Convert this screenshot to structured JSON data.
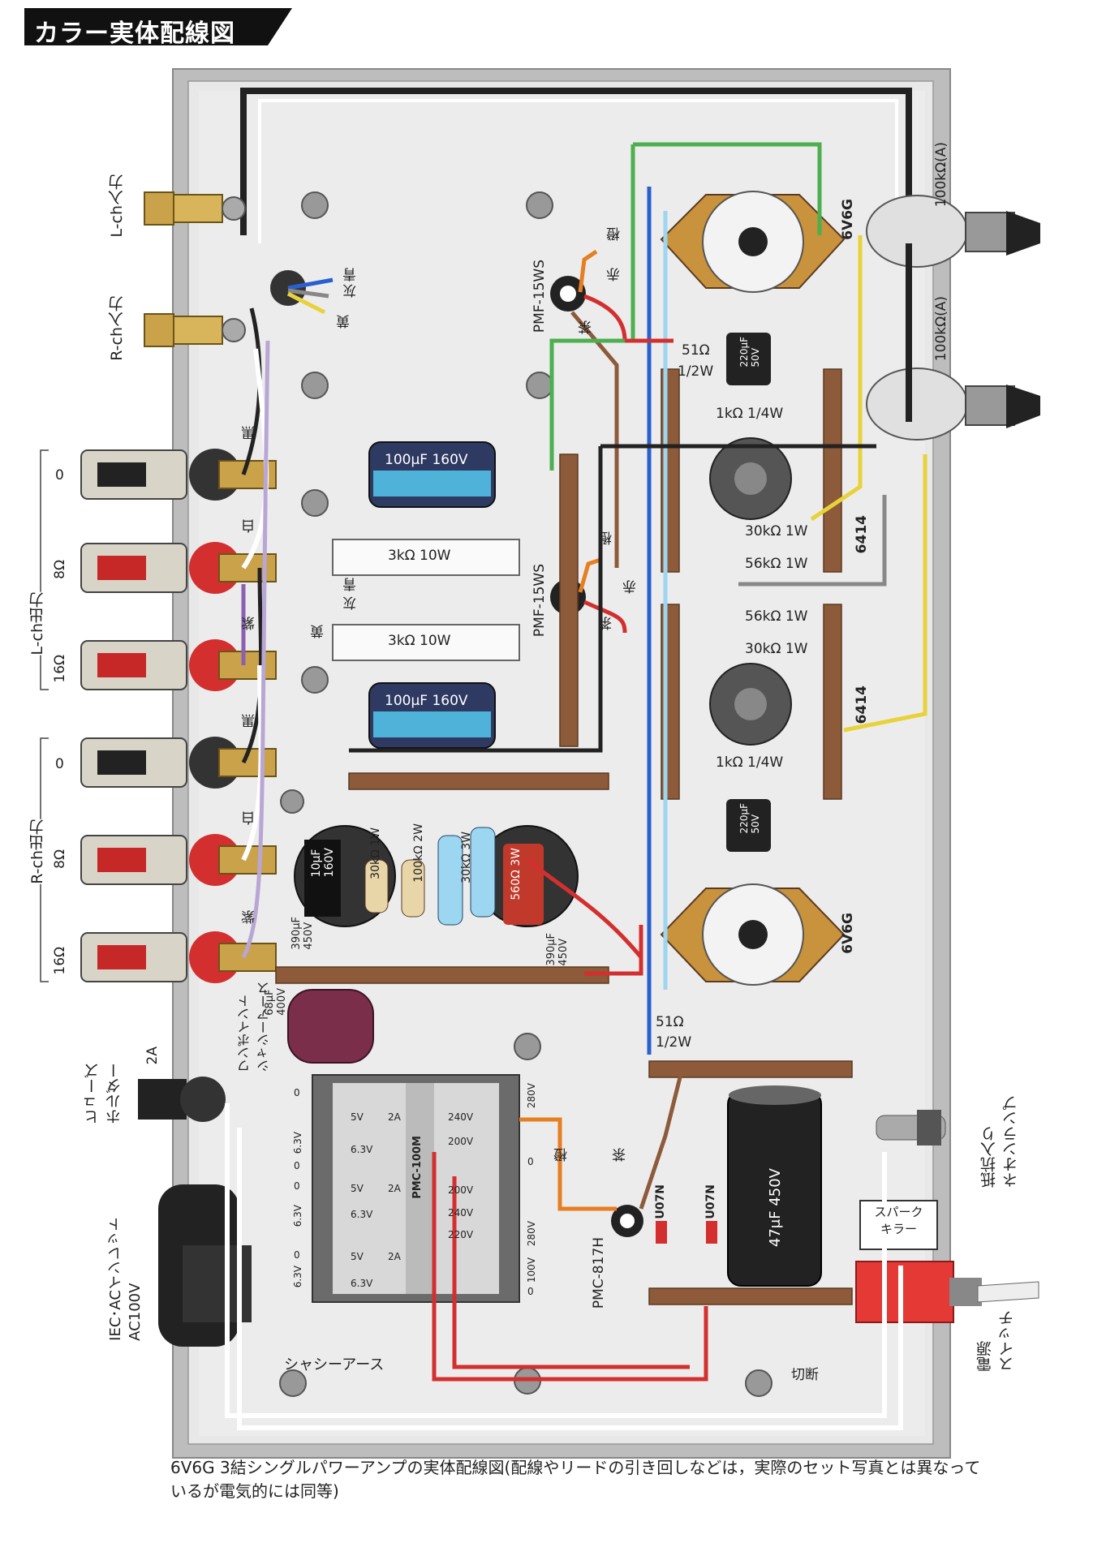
{
  "header": {
    "title": "カラー実体配線図"
  },
  "caption": "6V6G 3結シングルパワーアンプの実体配線図(配線やリードの引き回しなどは，実際のセット写真とは異なっているが電気的には同等)",
  "left_side": {
    "lch_input": "L-ch入力",
    "rch_input": "R-ch入力",
    "lch_output": "L-ch出力",
    "rch_output": "R-ch出力",
    "tap_0": "0",
    "tap_8": "8Ω",
    "tap_16": "16Ω",
    "fuse_holder": "ヒューズ\nホルダー",
    "fuse_rating": "2A",
    "inlet": "IEC･ACインレット\nAC100V",
    "oneshot_earth": "ワンポイント\nシャシーアース",
    "chassis_earth": "シャシーアース"
  },
  "right_side": {
    "pot_a": "100kΩ(A)",
    "pot_b": "100kΩ(A)",
    "neon": "抵抗入り\nネオンランプ",
    "power_switch": "電源\nスイッチ",
    "spark_killer": "スパーク\nキラー",
    "cut": "切断"
  },
  "wire_colors": {
    "blue": "青",
    "gray": "灰",
    "yellow": "黄",
    "purple": "紫",
    "black": "黒",
    "white": "白",
    "orange": "橙",
    "red": "赤",
    "brown": "茶"
  },
  "parts": {
    "tube_top": "6V6G",
    "tube_bottom": "6V6G",
    "driver_top": "6414",
    "driver_bottom": "6414",
    "opt_top": "PMF-15WS",
    "opt_bottom": "PMF-15WS",
    "choke": "PMC-817H",
    "power_tr": "PMC-100M",
    "r_51_top": "51Ω",
    "r_51_top_w": "1/2W",
    "r_51_bottom": "51Ω",
    "r_51_bottom_w": "1/2W",
    "cap_220_top": "220μF\n50V",
    "cap_220_bottom": "220μF\n50V",
    "r_1k_top": "1kΩ 1/4W",
    "r_1k_bottom": "1kΩ 1/4W",
    "r_30k_top": "30kΩ 1W",
    "r_56k_top": "56kΩ 1W",
    "r_56k_bottom": "56kΩ 1W",
    "r_30k_bottom": "30kΩ 1W",
    "cap_100_top": "100μF 160V",
    "cap_100_bottom": "100μF 160V",
    "r_3k_top": "3kΩ 10W",
    "r_3k_bottom": "3kΩ 10W",
    "cap_10": "10μF\n160V",
    "r_30k_1w": "30kΩ 1W",
    "r_100k_2w": "100kΩ 2W",
    "r_30k_3w": "30kΩ 3W",
    "r_560": "560Ω 3W",
    "cap_390_left": "390μF\n450V",
    "cap_390_right": "390μF\n450V",
    "cap_68": "68μF\n400V",
    "cap_47": "47μF 450V",
    "diode_1": "U07N",
    "diode_2": "U07N",
    "tr_5v_1": "5V",
    "tr_2a_1": "2A",
    "tr_5v_2": "5V",
    "tr_2a_2": "2A",
    "tr_5v_3": "5V",
    "tr_2a_3": "2A",
    "tr_63_1": "6.3V",
    "tr_63_2": "6.3V",
    "tr_63_3": "6.3V",
    "tr_240_1": "240V",
    "tr_200_1": "200V",
    "tr_200_2": "200V",
    "tr_240_2": "240V",
    "tr_220": "220V",
    "tr_280_top": "280V",
    "tr_280_bot": "280V",
    "tr_0_a": "0",
    "tr_0_b": "0",
    "tr_100v": "100V",
    "tr_63v_l1": "6.3V",
    "tr_63v_l2": "6.3V",
    "tr_63v_l3": "6.3V",
    "tr_0_l1": "0",
    "tr_0_l2": "0",
    "tr_0_l3": "0",
    "tr_0_l4": "0"
  }
}
